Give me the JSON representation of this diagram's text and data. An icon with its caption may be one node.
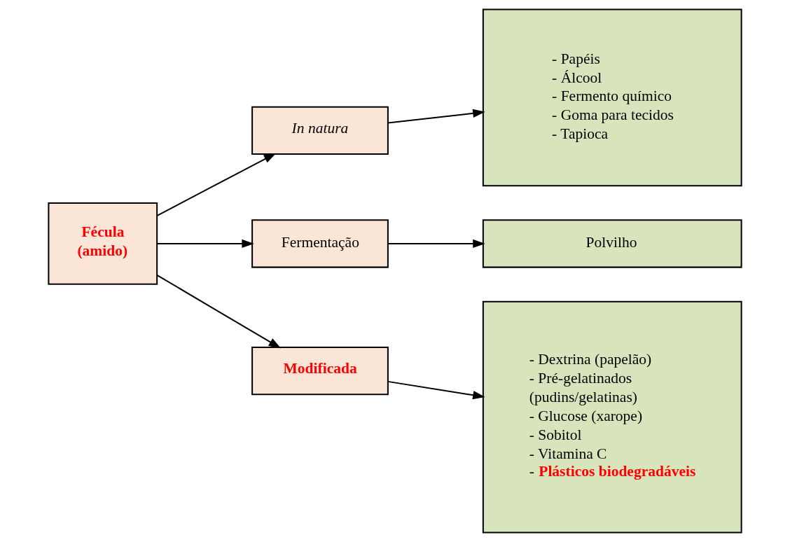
{
  "diagram": {
    "nodes": [
      {
        "text": [
          "Fécula (amido)"
        ]
      },
      {
        "text": [
          "In natura"
        ]
      },
      {
        "text": [
          "Fermentação"
        ]
      },
      {
        "text": [
          "Modificada"
        ]
      },
      {
        "text": [
          "- Papéis",
          "- Álcool",
          "- Fermento químico",
          "- Goma para tecidos",
          "- Tapioca"
        ]
      },
      {
        "text": [
          "Polvilho"
        ]
      },
      {
        "text": [
          "- Dextrina (papelão)",
          "- Pré-gelatinados (pudins/gelatinas)",
          "- Glucose (xarope)",
          "- Sobitol",
          "- Vitamina C",
          "- **Plásticos biodegradáveis**"
        ]
      }
    ],
    "edges": [
      {
        "from": 0,
        "to": 1,
        "arrow": "to"
      },
      {
        "from": 0,
        "to": 2,
        "arrow": "to"
      },
      {
        "from": 0,
        "to": 3,
        "arrow": "to"
      },
      {
        "from": 1,
        "to": 4,
        "arrow": "to"
      },
      {
        "from": 2,
        "to": 5,
        "arrow": "to"
      },
      {
        "from": 3,
        "to": 6,
        "arrow": "to"
      }
    ]
  }
}
